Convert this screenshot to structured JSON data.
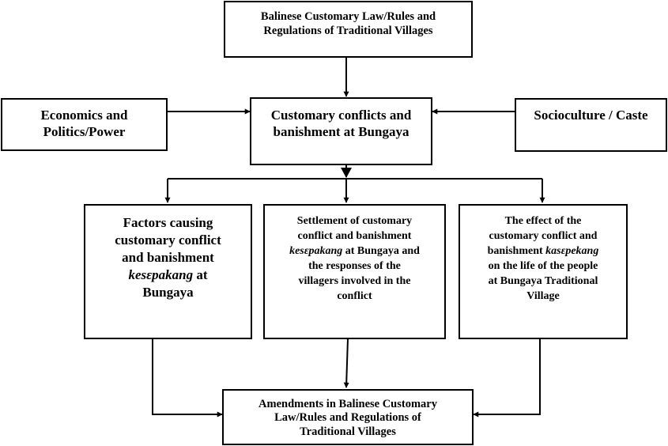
{
  "nodes": {
    "law": {
      "line1": "Balinese Customary Law/Rules and",
      "line2": "Regulations of Traditional Villages"
    },
    "economics": {
      "line1": "Economics and",
      "line2": "Politics/Power"
    },
    "conflicts": {
      "line1": "Customary conflicts and",
      "line2": "banishment at  Bungaya"
    },
    "socioculture": {
      "line1": "Socioculture / Caste"
    },
    "factors": {
      "line1": "Factors causing",
      "line2": "customary conflict",
      "line3": "and banishment",
      "line4_italic": "kesɛpakang",
      "line4_rest": " at",
      "line5": "Bungaya"
    },
    "settlement": {
      "line1": "Settlement of customary",
      "line2": "conflict and banishment",
      "line3_italic": "kesɛpakang",
      "line3_rest": " at Bungaya and",
      "line4": "the responses of the",
      "line5": "villagers involved in the",
      "line6": "conflict"
    },
    "effect": {
      "line1": "The effect of the",
      "line2": "customary conflict and",
      "line3_prefix": "banishment ",
      "line3_italic": "kasɛpekang",
      "line4": "on the life   of the people",
      "line5": "at Bungaya Traditional",
      "line6": "Village"
    },
    "amendments": {
      "line1": "Amendments in Balinese Customary",
      "line2": "Law/Rules and Regulations of",
      "line3": "Traditional Villages"
    }
  }
}
